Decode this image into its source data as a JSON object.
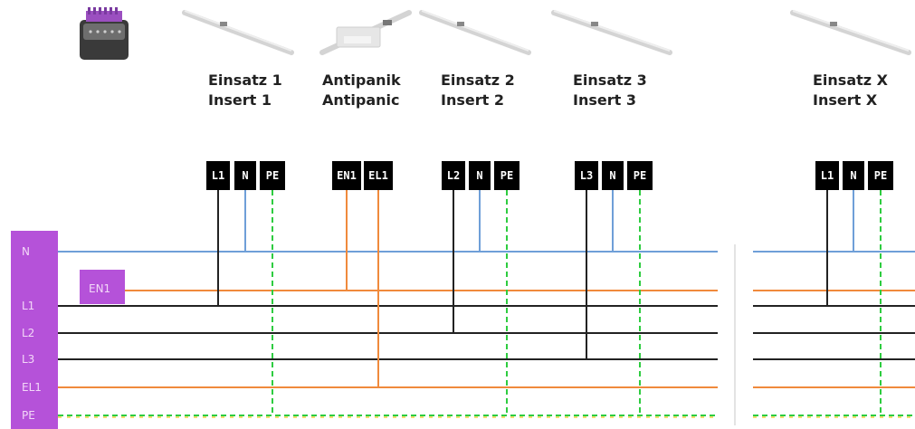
{
  "colors": {
    "neutral": "#6f9fd8",
    "phase": "#222222",
    "emergency": "#f08a3c",
    "earth": "#2ecc40",
    "rail": "#b552d9",
    "terminal": "#000000"
  },
  "icons": {
    "controller": "controller-device-icon",
    "luminaire": "linear-luminaire-icon",
    "antipanic": "antipanic-luminaire-icon"
  },
  "busbar": {
    "labels": [
      "N",
      "L1",
      "L2",
      "L3",
      "EL1",
      "PE"
    ],
    "emergency_module": "EN1"
  },
  "inserts": [
    {
      "title_de": "Einsatz 1",
      "title_en": "Insert 1",
      "terminals": [
        "L1",
        "N",
        "PE"
      ]
    },
    {
      "title_de": "Antipanik",
      "title_en": "Antipanic",
      "terminals": [
        "EN1",
        "EL1"
      ]
    },
    {
      "title_de": "Einsatz 2",
      "title_en": "Insert 2",
      "terminals": [
        "L2",
        "N",
        "PE"
      ]
    },
    {
      "title_de": "Einsatz 3",
      "title_en": "Insert 3",
      "terminals": [
        "L3",
        "N",
        "PE"
      ]
    },
    {
      "title_de": "Einsatz X",
      "title_en": "Insert X",
      "terminals": [
        "L1",
        "N",
        "PE"
      ]
    }
  ]
}
